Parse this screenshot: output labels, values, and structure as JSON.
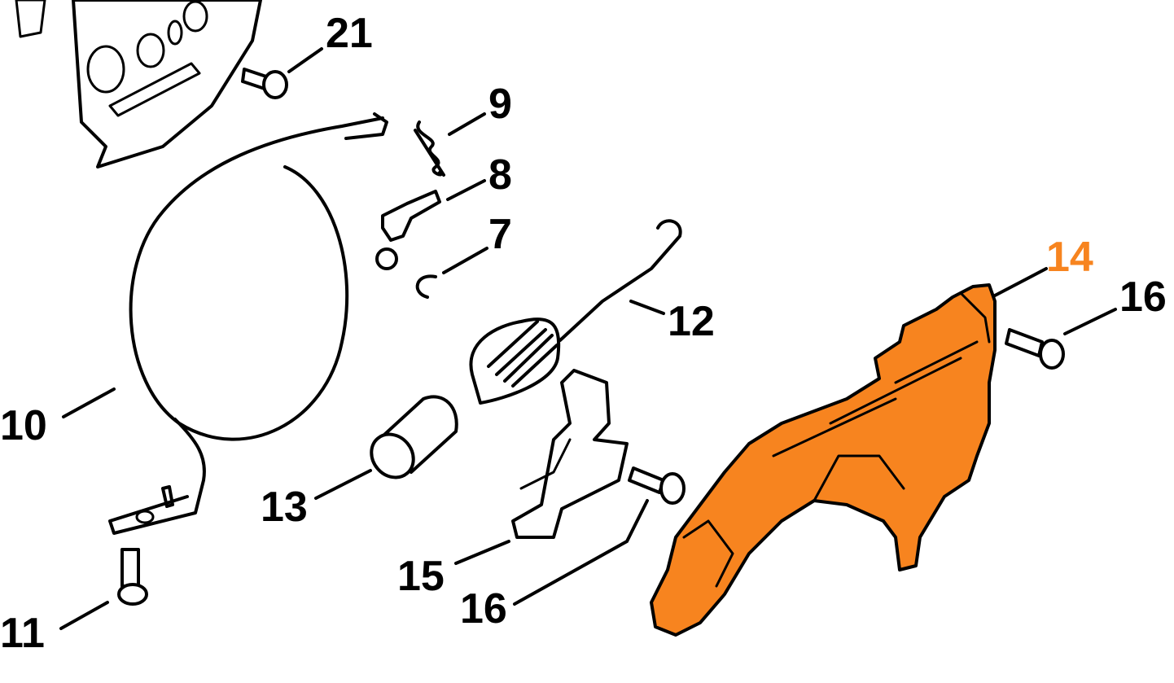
{
  "callouts": {
    "c21": "21",
    "c9": "9",
    "c8": "8",
    "c7": "7",
    "c12": "12",
    "c14": "14",
    "c16a": "16",
    "c10": "10",
    "c13": "13",
    "c15": "15",
    "c16b": "16",
    "c11": "11"
  },
  "colors": {
    "highlight": "#f7841f",
    "line": "#000000",
    "background": "#ffffff"
  }
}
